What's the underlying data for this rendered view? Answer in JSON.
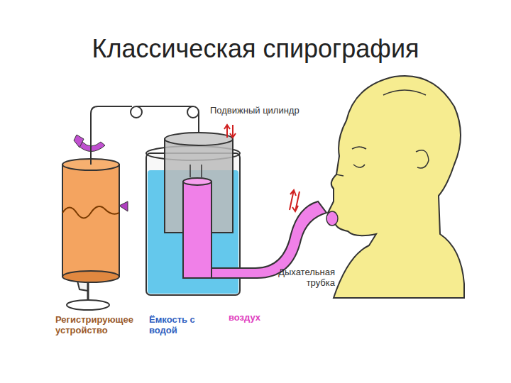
{
  "diagram": {
    "title": "Классическая спирография",
    "labels": [
      "Подвижный цилиндр",
      "Дыхательная трубка",
      "Регистрирующее устройство",
      "Ёмкость с водой",
      "воздух"
    ]
  }
}
